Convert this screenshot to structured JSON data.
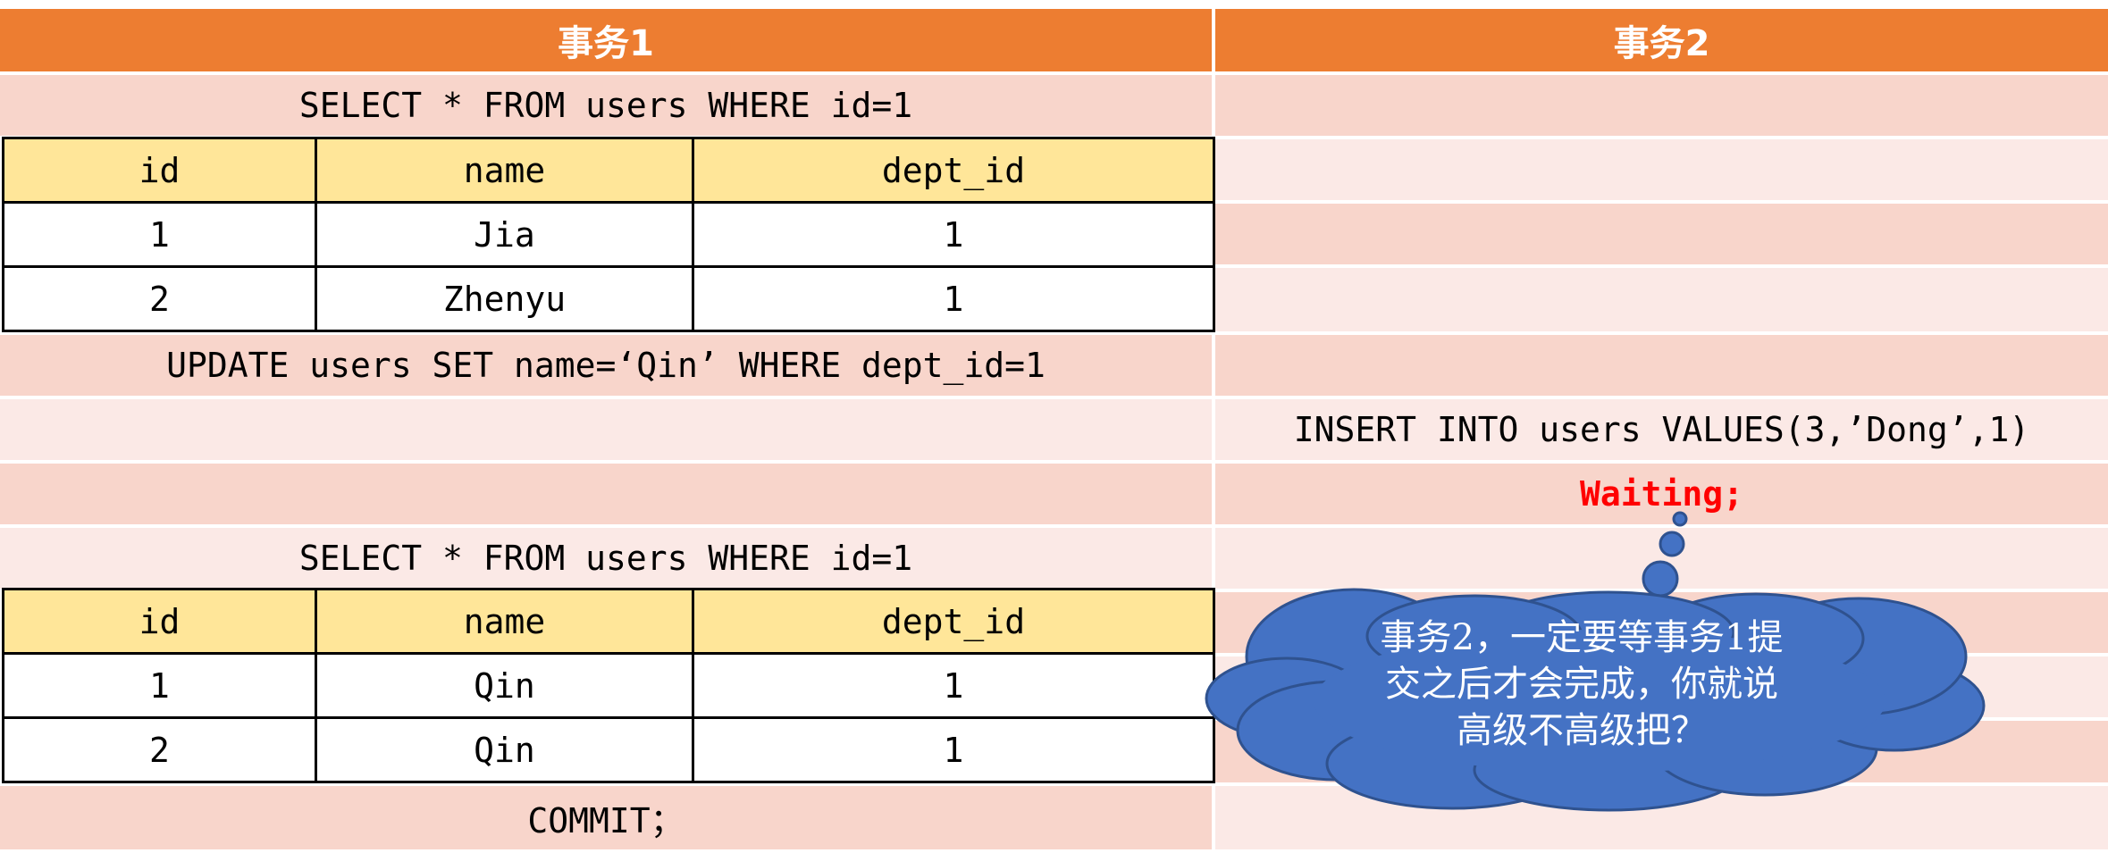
{
  "header": {
    "tx1": "事务1",
    "tx2": "事务2"
  },
  "tx1": {
    "select1": "SELECT * FROM users WHERE id=1",
    "update": "UPDATE users SET name=‘Qin’ WHERE dept_id=1",
    "select2": "SELECT * FROM users WHERE id=1",
    "commit": "COMMIT；"
  },
  "tx2": {
    "insert": "INSERT INTO users VALUES(3,’Dong’,1)",
    "waiting": "Waiting;"
  },
  "table1": {
    "columns": [
      "id",
      "name",
      "dept_id"
    ],
    "rows": [
      [
        "1",
        "Jia",
        "1"
      ],
      [
        "2",
        "Zhenyu",
        "1"
      ]
    ]
  },
  "table2": {
    "columns": [
      "id",
      "name",
      "dept_id"
    ],
    "rows": [
      [
        "1",
        "Qin",
        "1"
      ],
      [
        "2",
        "Qin",
        "1"
      ]
    ]
  },
  "callout": {
    "lines": [
      "事务2，一定要等事务1提",
      "交之后才会完成，你就说",
      "高级不高级把？"
    ]
  },
  "colors": {
    "header": "#ED7D31",
    "row_dark": "#F8D5CB",
    "row_light": "#FBE9E6",
    "table_header": "#FFE699",
    "cloud": "#4472C4",
    "waiting": "#FF0000"
  }
}
